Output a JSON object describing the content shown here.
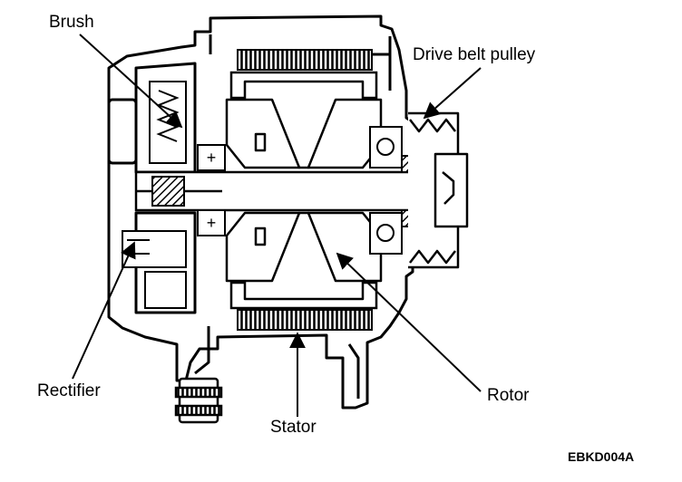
{
  "diagram": {
    "labels": {
      "brush": "Brush",
      "drive_belt_pulley": "Drive belt pulley",
      "rectifier": "Rectifier",
      "rotor": "Rotor",
      "stator": "Stator"
    },
    "figure_code": "EBKD004A",
    "colors": {
      "ink": "#000000",
      "hatch": "#000000",
      "background": "#ffffff"
    }
  }
}
